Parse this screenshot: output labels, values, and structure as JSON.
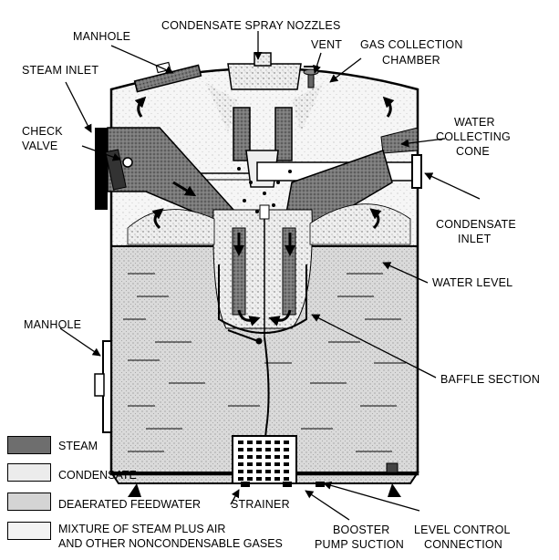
{
  "labels": {
    "manhole_top": "MANHOLE",
    "spray_nozzles": "CONDENSATE SPRAY NOZZLES",
    "vent": "VENT",
    "gas_chamber_line1": "GAS COLLECTION",
    "gas_chamber_line2": "CHAMBER",
    "steam_inlet": "STEAM INLET",
    "check_valve_line1": "CHECK",
    "check_valve_line2": "VALVE",
    "water_cone_line1": "WATER",
    "water_cone_line2": "COLLECTING",
    "water_cone_line3": "CONE",
    "condensate_inlet_line1": "CONDENSATE",
    "condensate_inlet_line2": "INLET",
    "water_level": "WATER LEVEL",
    "manhole_side": "MANHOLE",
    "baffle_section": "BAFFLE SECTION",
    "strainer": "STRAINER",
    "booster_line1": "BOOSTER",
    "booster_line2": "PUMP SUCTION",
    "level_control_line1": "LEVEL CONTROL",
    "level_control_line2": "CONNECTION"
  },
  "legend": [
    {
      "label": "STEAM",
      "pattern": "steam"
    },
    {
      "label": "CONDENSATE",
      "pattern": "condensate"
    },
    {
      "label": "DEAERATED FEEDWATER",
      "pattern": "feedwater"
    },
    {
      "label": "MIXTURE OF STEAM PLUS AIR",
      "label2": "AND OTHER NONCONDENSABLE GASES",
      "pattern": "mixture"
    }
  ],
  "colors": {
    "steam": "#6e6e6e",
    "feedwater": "#d4d4d4",
    "condensate": "#e9e9e9",
    "mixture": "#f3f3f3",
    "ink": "#000000"
  }
}
